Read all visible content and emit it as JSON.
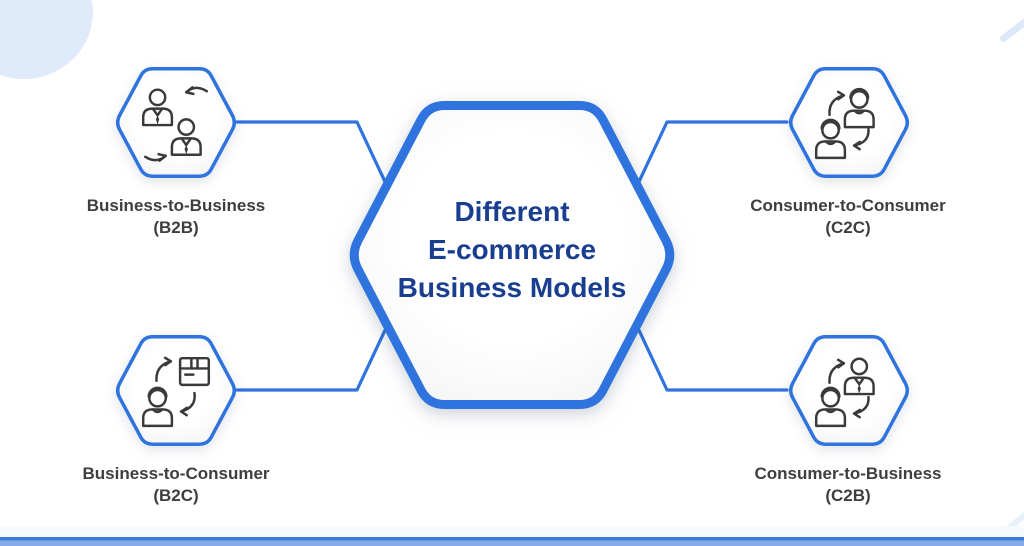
{
  "title": {
    "lines": [
      "Different",
      "E-commerce",
      "Business Models"
    ]
  },
  "nodes": [
    {
      "id": "b2b",
      "name": "Business-to-Business",
      "abbr": "(B2B)",
      "icon": "b2b-exchange-icon",
      "position": "top-left"
    },
    {
      "id": "c2c",
      "name": "Consumer-to-Consumer",
      "abbr": "(C2C)",
      "icon": "c2c-exchange-icon",
      "position": "top-right"
    },
    {
      "id": "b2c",
      "name": "Business-to-Consumer",
      "abbr": "(B2C)",
      "icon": "b2c-exchange-icon",
      "position": "bottom-left"
    },
    {
      "id": "c2b",
      "name": "Consumer-to-Business",
      "abbr": "(C2B)",
      "icon": "c2b-exchange-icon",
      "position": "bottom-right"
    }
  ],
  "colors": {
    "accent_blue": "#2e73de",
    "title_navy": "#1a3e8f",
    "label_gray": "#3e3e3e",
    "icon_gray": "#3a3a3a",
    "corner_blob": "#dfeafb",
    "bar_blue": "#3d7bdb",
    "bar_light": "#87abe8",
    "hex_fill_edge": "#e7e7e7"
  }
}
